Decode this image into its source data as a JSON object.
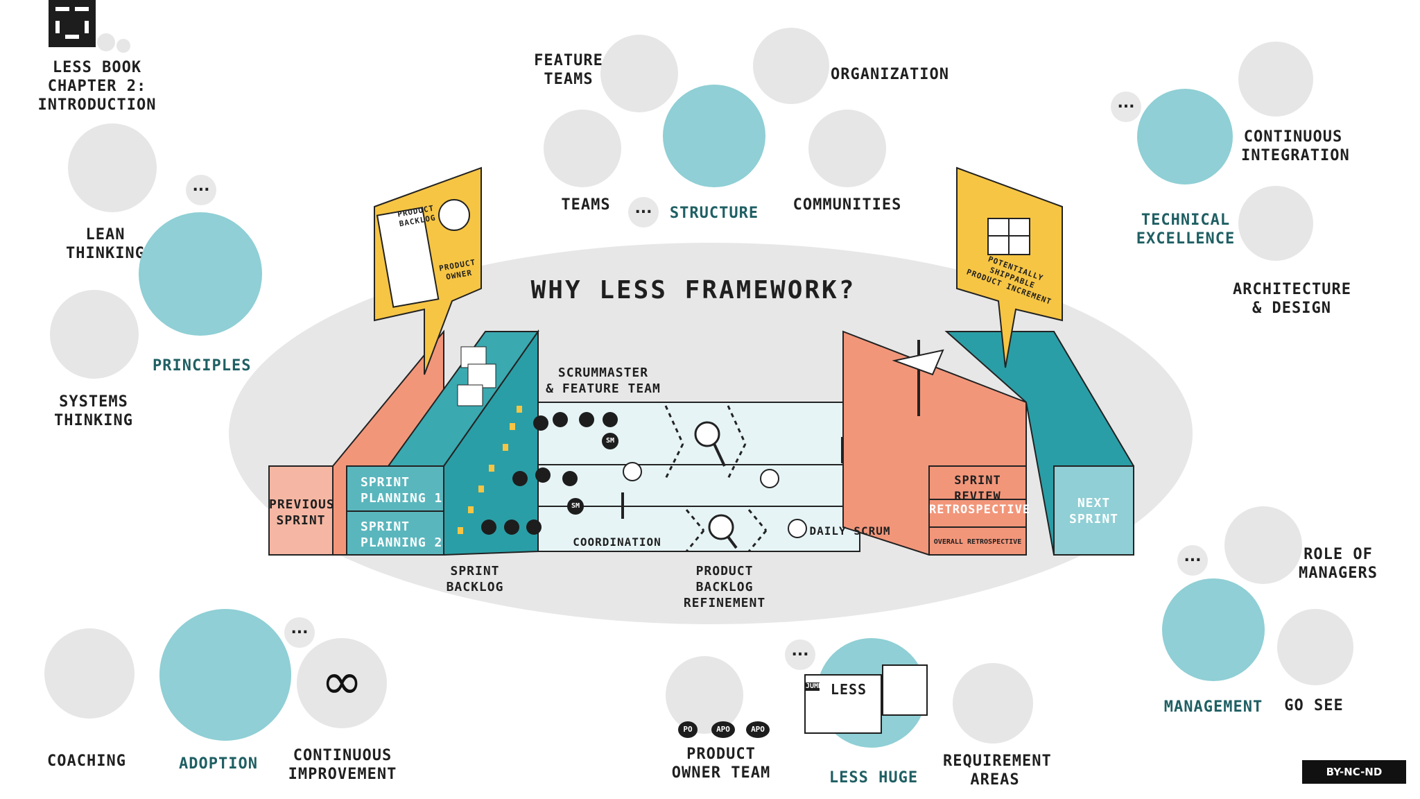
{
  "title": "WHY LeSS FRAMEWORK?",
  "book_chapter": "LeSS BOOK CHAPTER 2:\nINTRODUCTION",
  "more": "...",
  "license": "BY-NC-ND",
  "topics": {
    "lean_thinking": "LEAN\nTHINKING",
    "principles": "PRINCIPLES",
    "systems_thinking": "SYSTEMS\nTHINKING",
    "feature_teams": "FEATURE\nTEAMS",
    "teams": "TEAMS",
    "structure": "STRUCTURE",
    "organization": "ORGANIZATION",
    "communities": "COMMUNITIES",
    "technical_excellence": "TECHNICAL\nEXCELLENCE",
    "continuous_integration": "CONTINUOUS\nINTEGRATION",
    "architecture_design": "ARCHITECTURE\n& DESIGN",
    "role_of_managers": "ROLE OF\nMANAGERS",
    "management": "MANAGEMENT",
    "go_see": "GO SEE",
    "coaching": "COACHING",
    "adoption": "ADOPTION",
    "continuous_improvement": "CONTINUOUS\nIMPROVEMENT",
    "product_owner_team": "PRODUCT\nOWNER TEAM",
    "less_huge": "LESS HUGE",
    "requirement_areas": "REQUIREMENT\nAREAS"
  },
  "framework": {
    "product_backlog": "PRODUCT\nBACKLOG",
    "product_owner": "PRODUCT\nOWNER",
    "potentially_shippable": "POTENTIALLY SHIPPABLE\nPRODUCT INCREMENT",
    "previous_sprint": "PREVIOUS\nSPRINT",
    "next_sprint": "NEXT\nSPRINT",
    "sprint_planning_1": "SPRINT\nPLANNING 1",
    "sprint_planning_2": "SPRINT\nPLANNING 2",
    "scrummaster_team": "SCRUMMASTER\n& FEATURE TEAM",
    "sprint_backlog": "SPRINT\nBACKLOG",
    "coordination": "COORDINATION",
    "pbr": "PRODUCT\nBACKLOG\nREFINEMENT",
    "daily_scrum": "DAILY SCRUM",
    "sprint_review": "SPRINT REVIEW",
    "retrospective": "RETROSPECTIVE",
    "overall_retrospective": "OVERALL RETROSPECTIVE",
    "sm": "SM",
    "po": "PO",
    "apo": "APO",
    "jumbo": "JUMBO",
    "less_box": "LeSS"
  },
  "colors": {
    "teal": "#8fcfd5",
    "teal_dark": "#2a9ea6",
    "salmon": "#f2967a",
    "yellow": "#f6c544",
    "grey": "#e6e6e6",
    "ellipse": "#e7e7e7",
    "lane": "#e6f4f6"
  }
}
